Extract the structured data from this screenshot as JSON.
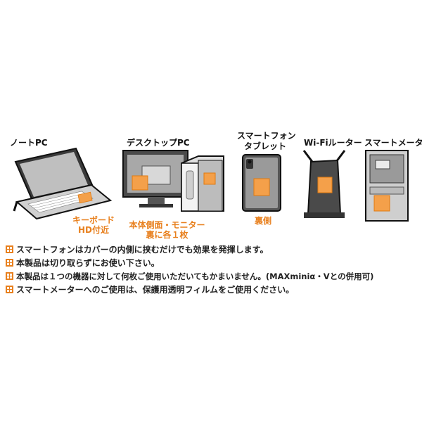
{
  "devices": {
    "laptop": {
      "title": "ノートPC",
      "caption": [
        "キーボード",
        "HD付近"
      ]
    },
    "desktop": {
      "title": "デスクトップPC",
      "caption": [
        "本体側面・モニター",
        "裏に各１枚"
      ]
    },
    "smartphone": {
      "title": [
        "スマートフォン",
        "タブレット"
      ],
      "caption": [
        "裏側"
      ]
    },
    "router": {
      "title": "Wi-Fiルーター"
    },
    "meter": {
      "title": "スマートメーター"
    }
  },
  "notes": [
    "スマートフォンはカバーの内側に挟むだけでも効果を発揮します。",
    "本製品は切り取らずにお使い下さい。",
    "本製品は１つの機器に対して何枚ご使用いただいてもかまいません。(MAXminiα・Vとの併用可)",
    "スマートメーターへのご使用は、保護用透明フィルムをご使用ください。"
  ],
  "colors": {
    "accent": "#e8801e",
    "device_dark": "#4a4a4a",
    "device_mid": "#9a9a9a",
    "device_light": "#d6d6d6"
  },
  "icons": {
    "note_bullet": "orange-grid-icon"
  }
}
